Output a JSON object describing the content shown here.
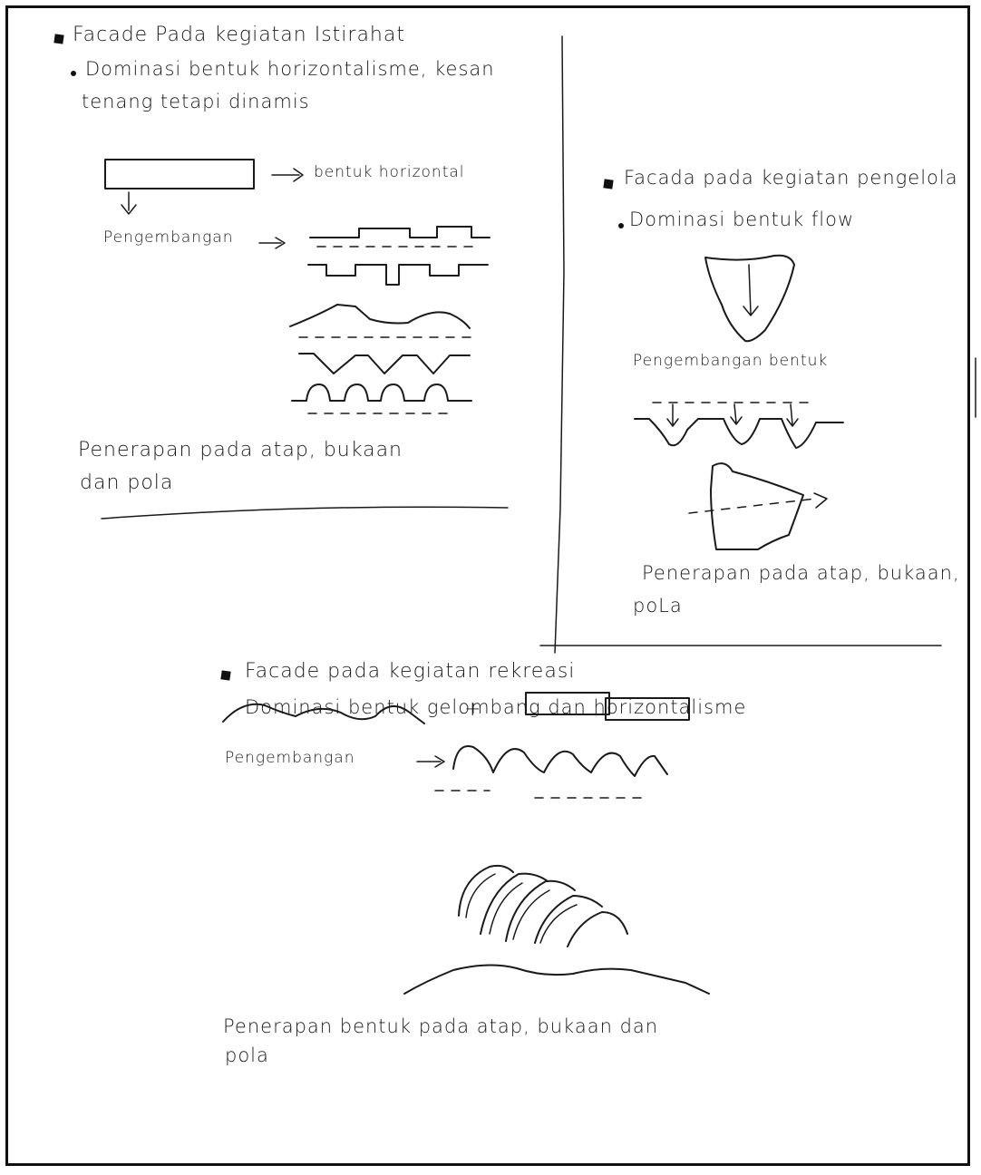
{
  "sections": {
    "istirahat": {
      "heading": "Facade Pada kegiatan Istirahat",
      "point": "Dominasi bentuk horizontalisme, kesan",
      "point_cont": "tenang tetapi dinamis",
      "label_horizontal": "bentuk horizontal",
      "label_development": "Pengembangan",
      "application": "Penerapan  pada atap, bukaan",
      "application_cont": "dan pola"
    },
    "pengelola": {
      "heading": "Facada pada kegiatan pengelola",
      "point": "Dominasi bentuk flow",
      "label_development": "Pengembangan  bentuk",
      "application": "Penerapan pada atap, bukaan,",
      "application_cont": "poLa"
    },
    "rekreasi": {
      "heading": "Facade pada kegiatan rekreasi",
      "point": "Dominasi bentuk gelombang dan horizontalisme",
      "plus": "+",
      "label_development": "Pengembangan",
      "application": "Penerapan  bentuk  pada atap, bukaan dan",
      "application_cont": "pola"
    }
  }
}
